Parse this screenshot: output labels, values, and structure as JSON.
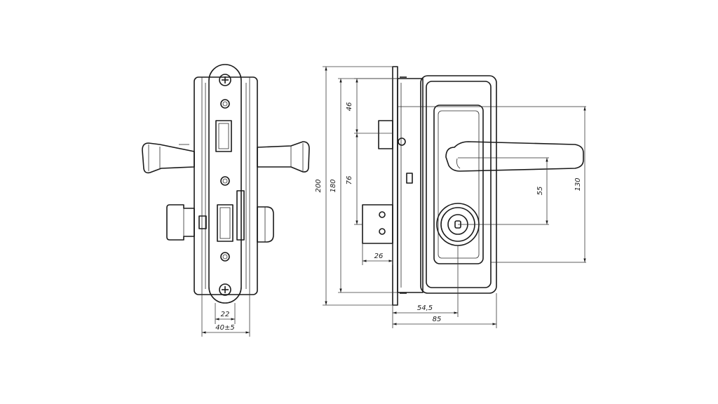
{
  "dimensions": {
    "plate_width": "22",
    "door_thickness": "40±5",
    "height_overall": "200",
    "height_case": "180",
    "latch_offset": "46",
    "handle_to_cylinder": "76",
    "bolt_projection": "26",
    "handle_axis_offset": "55",
    "plate_height": "130",
    "backset": "54,5",
    "overall_depth": "85"
  },
  "colors": {
    "line": "#1a1a1a",
    "background": "#ffffff"
  }
}
